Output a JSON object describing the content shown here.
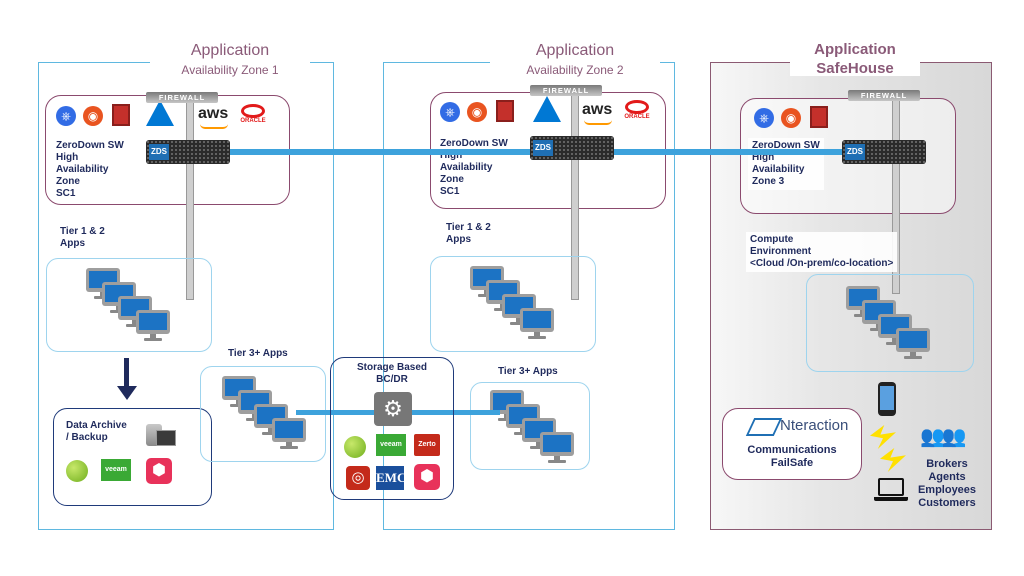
{
  "zones": [
    {
      "title": "Application",
      "subtitle": "Availability Zone 1"
    },
    {
      "title": "Application",
      "subtitle": "Availability Zone 2"
    },
    {
      "title": "Application",
      "subtitle": "SafeHouse"
    }
  ],
  "firewall_label": "FIREWALL",
  "zds_label": "ZDS",
  "ha_zones": [
    {
      "lines": [
        "ZeroDown SW",
        "High",
        "Availability",
        "Zone",
        "SC1"
      ]
    },
    {
      "lines": [
        "ZeroDown SW",
        "High",
        "Availability",
        "Zone",
        "SC1"
      ]
    },
    {
      "lines": [
        "ZeroDown SW",
        "High",
        "Availability",
        "Zone 3"
      ]
    }
  ],
  "tier12_label": [
    "Tier 1 & 2",
    "Apps"
  ],
  "tier3_label": "Tier 3+ Apps",
  "data_archive_label": [
    "Data Archive",
    "/ Backup"
  ],
  "storage_label": [
    "Storage Based",
    "BC/DR"
  ],
  "compute_env_label": [
    "Compute",
    "Environment",
    "<Cloud /On-prem/co-location>"
  ],
  "nteraction_logo": "Nteraction",
  "comm_label": [
    "Communications",
    "FailSafe"
  ],
  "users_label": [
    "Brokers",
    "Agents",
    "Employees",
    "Customers"
  ],
  "logos": {
    "aws": "aws",
    "oracle": "ORACLE",
    "veeam": "veeam",
    "emc": "EMC",
    "zerto": "Zerto"
  },
  "icon_names": [
    "kubernetes-icon",
    "ubuntu-icon",
    "openshift-icon",
    "azure-icon",
    "aws-icon",
    "oracle-icon",
    "monitor-icon",
    "gears-icon",
    "veeam-icon",
    "emc-icon",
    "zerto-icon",
    "netapp-icon",
    "cube-icon",
    "phone-icon",
    "people-icon",
    "laptop-icon",
    "lightning-icon"
  ],
  "colors": {
    "zone_border": "#5fb8e0",
    "ha_border": "#8b4a6e",
    "link": "#3da2dc",
    "label": "#1f2a5c",
    "title": "#8a5a78"
  }
}
